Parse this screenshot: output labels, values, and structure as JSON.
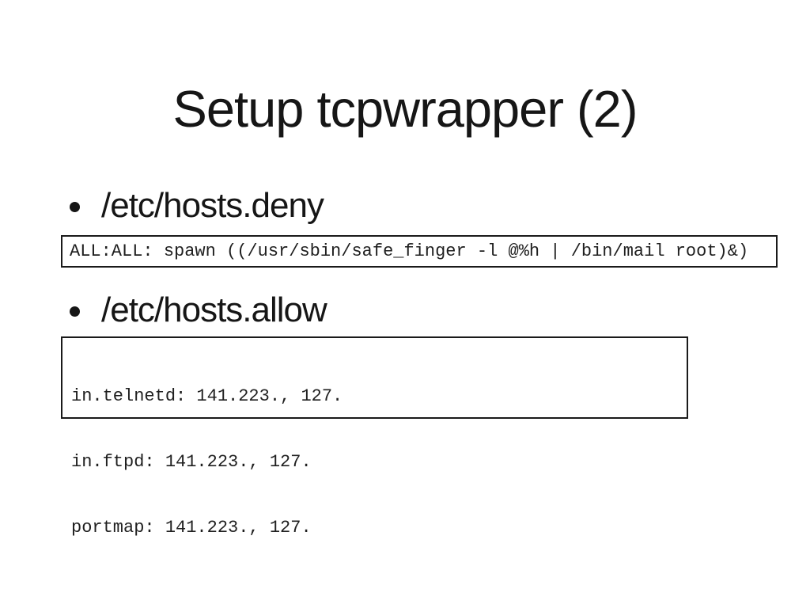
{
  "slide": {
    "title": "Setup tcpwrapper (2)",
    "bullets": [
      {
        "label": "/etc/hosts.deny",
        "code_lines": [
          "ALL:ALL: spawn ((/usr/sbin/safe_finger -l @%h | /bin/mail root)&)"
        ]
      },
      {
        "label": "/etc/hosts.allow",
        "code_lines": [
          "in.telnetd: 141.223., 127.",
          "in.ftpd: 141.223., 127.",
          "portmap: 141.223., 127."
        ]
      }
    ],
    "colors": {
      "background": "#ffffff",
      "text": "#161616",
      "box_border": "#1a1a1a"
    }
  }
}
